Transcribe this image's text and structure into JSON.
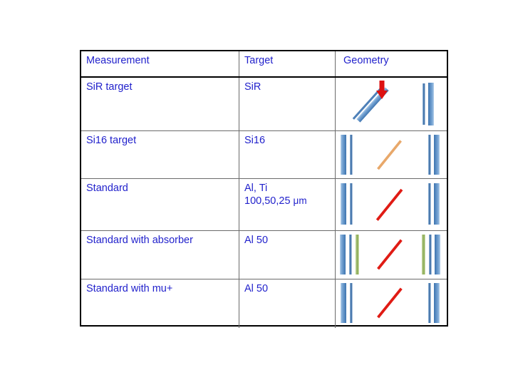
{
  "slide": {
    "background_color": "#ffffff",
    "table": {
      "border_color": "#000000",
      "grid_color": "#6b6b6b",
      "text_color": "#2222cc",
      "columns": [
        {
          "key": "measurement",
          "label": "Measurement"
        },
        {
          "key": "target",
          "label": "Target"
        },
        {
          "key": "geometry",
          "label": "Geometry"
        }
      ],
      "rows": [
        {
          "measurement": "SiR target",
          "target": "SiR",
          "geometry": {
            "description": "tilted-double-bar-with-red-down-arrow-and-right-detector-pair",
            "left_group": "two-diagonal-blue-bars",
            "center": "red-down-arrow",
            "right_group": "two-vertical-blue-bars",
            "diagonal_color": "#4a7fb5",
            "arrow_color": "#dd1111"
          }
        },
        {
          "measurement": "Si16 target",
          "target": "Si16",
          "geometry": {
            "description": "detector-pair-orange-diagonal-detector-pair",
            "left_group": "two-vertical-blue-bars",
            "center": "orange-diagonal",
            "right_group": "two-vertical-blue-bars",
            "diagonal_color": "#e8a86a"
          }
        },
        {
          "measurement": "Standard",
          "target": "Al, Ti\n100,50,25 μm",
          "target_line1": "Al, Ti",
          "target_line2_prefix": "100,50,25 ",
          "target_line2_unit": "μm",
          "geometry": {
            "description": "detector-pair-red-diagonal-detector-pair",
            "left_group": "two-vertical-blue-bars",
            "center": "red-diagonal",
            "right_group": "two-vertical-blue-bars",
            "diagonal_color": "#e01b14"
          }
        },
        {
          "measurement": "Standard with absorber",
          "target": "Al 50",
          "geometry": {
            "description": "detector-triple-with-green-absorber-red-diagonal-detector-triple",
            "left_group": "two-blue-bars-plus-green-absorber",
            "center": "red-diagonal",
            "right_group": "green-absorber-plus-two-blue-bars",
            "diagonal_color": "#e01b14",
            "absorber_color": "#8fad5f"
          }
        },
        {
          "measurement": "Standard with mu+",
          "target": "Al 50",
          "geometry": {
            "description": "detector-pair-red-diagonal-detector-pair",
            "left_group": "two-vertical-blue-bars",
            "center": "red-diagonal",
            "right_group": "two-vertical-blue-bars",
            "diagonal_color": "#e01b14"
          }
        }
      ]
    }
  }
}
